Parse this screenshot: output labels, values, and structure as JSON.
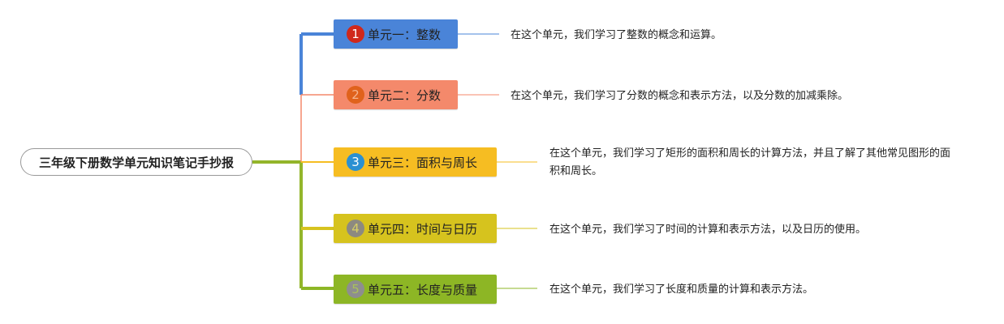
{
  "root": {
    "label": "三年级下册数学单元知识笔记手抄报"
  },
  "units": [
    {
      "number": "1",
      "label": "单元一：整数",
      "color": "#4a84d8",
      "num_color": "#d0281b",
      "num_text_color": "#ffffff",
      "description": "在这个单元，我们学习了整数的概念和运算。"
    },
    {
      "number": "2",
      "label": "单元二：分数",
      "color": "#f4896b",
      "num_color": "#e0621c",
      "num_text_color": "#f6b48f",
      "description": "在这个单元，我们学习了分数的概念和表示方法，以及分数的加减乘除。"
    },
    {
      "number": "3",
      "label": "单元三：面积与周长",
      "color": "#f6bd22",
      "num_color": "#2a90d2",
      "num_text_color": "#ffffff",
      "description": "在这个单元，我们学习了矩形的面积和周长的计算方法，并且了解了其他常见图形的面积和周长。"
    },
    {
      "number": "4",
      "label": "单元四：时间与日历",
      "color": "#d6c31e",
      "num_color": "#8d8a80",
      "num_text_color": "#d8cf66",
      "description": "在这个单元，我们学习了时间的计算和表示方法，以及日历的使用。"
    },
    {
      "number": "5",
      "label": "单元五：长度与质量",
      "color": "#8db625",
      "num_color": "#8e8e8e",
      "num_text_color": "#a8c25a",
      "description": "在这个单元，我们学习了长度和质量的计算和表示方法。"
    }
  ],
  "colors": {
    "trunk": "#93b52a",
    "root_border": "#999999"
  }
}
